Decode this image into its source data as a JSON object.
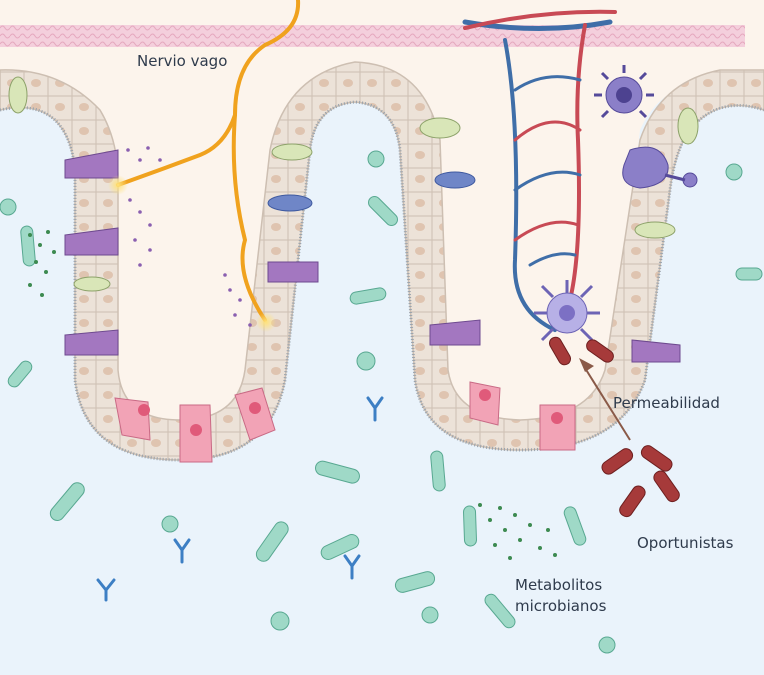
{
  "labels": {
    "vagus_nerve": "Nervio vago",
    "permeability": "Permeabilidad",
    "opportunists": "Oportunistas",
    "metabolites_line1": "Metabolitos",
    "metabolites_line2": "microbianos"
  },
  "colors": {
    "lumen": "#eaf3fb",
    "tissue": "#fcf4ec",
    "membrane": "#f2c6d6",
    "enterocyte": "#ece2d8",
    "enterocyte_nucleus": "#dfc4b0",
    "goblet_cell": "#d9e6b8",
    "enteroendocrine_cell": "#a377c0",
    "paneth_cell": "#f2a3b6",
    "nerve": "#f0a21e",
    "artery": "#c84a55",
    "vein": "#3f6ea8",
    "immune_cell": "#8b7fc8",
    "commensal_bacteria": "#9fd9c7",
    "opportunist_bacteria": "#a63a3a",
    "antibody": "#3d7fc4",
    "metabolite": "#3c8a50",
    "label_text": "#2f3b4c"
  },
  "icons": [
    "enterocyte-icon",
    "goblet-cell-icon",
    "enteroendocrine-cell-icon",
    "paneth-cell-icon",
    "dendritic-cell-icon",
    "macrophage-icon",
    "mast-cell-icon",
    "bacterium-icon",
    "antibody-icon",
    "blood-vessel-icon",
    "nerve-icon",
    "arrow-icon"
  ]
}
